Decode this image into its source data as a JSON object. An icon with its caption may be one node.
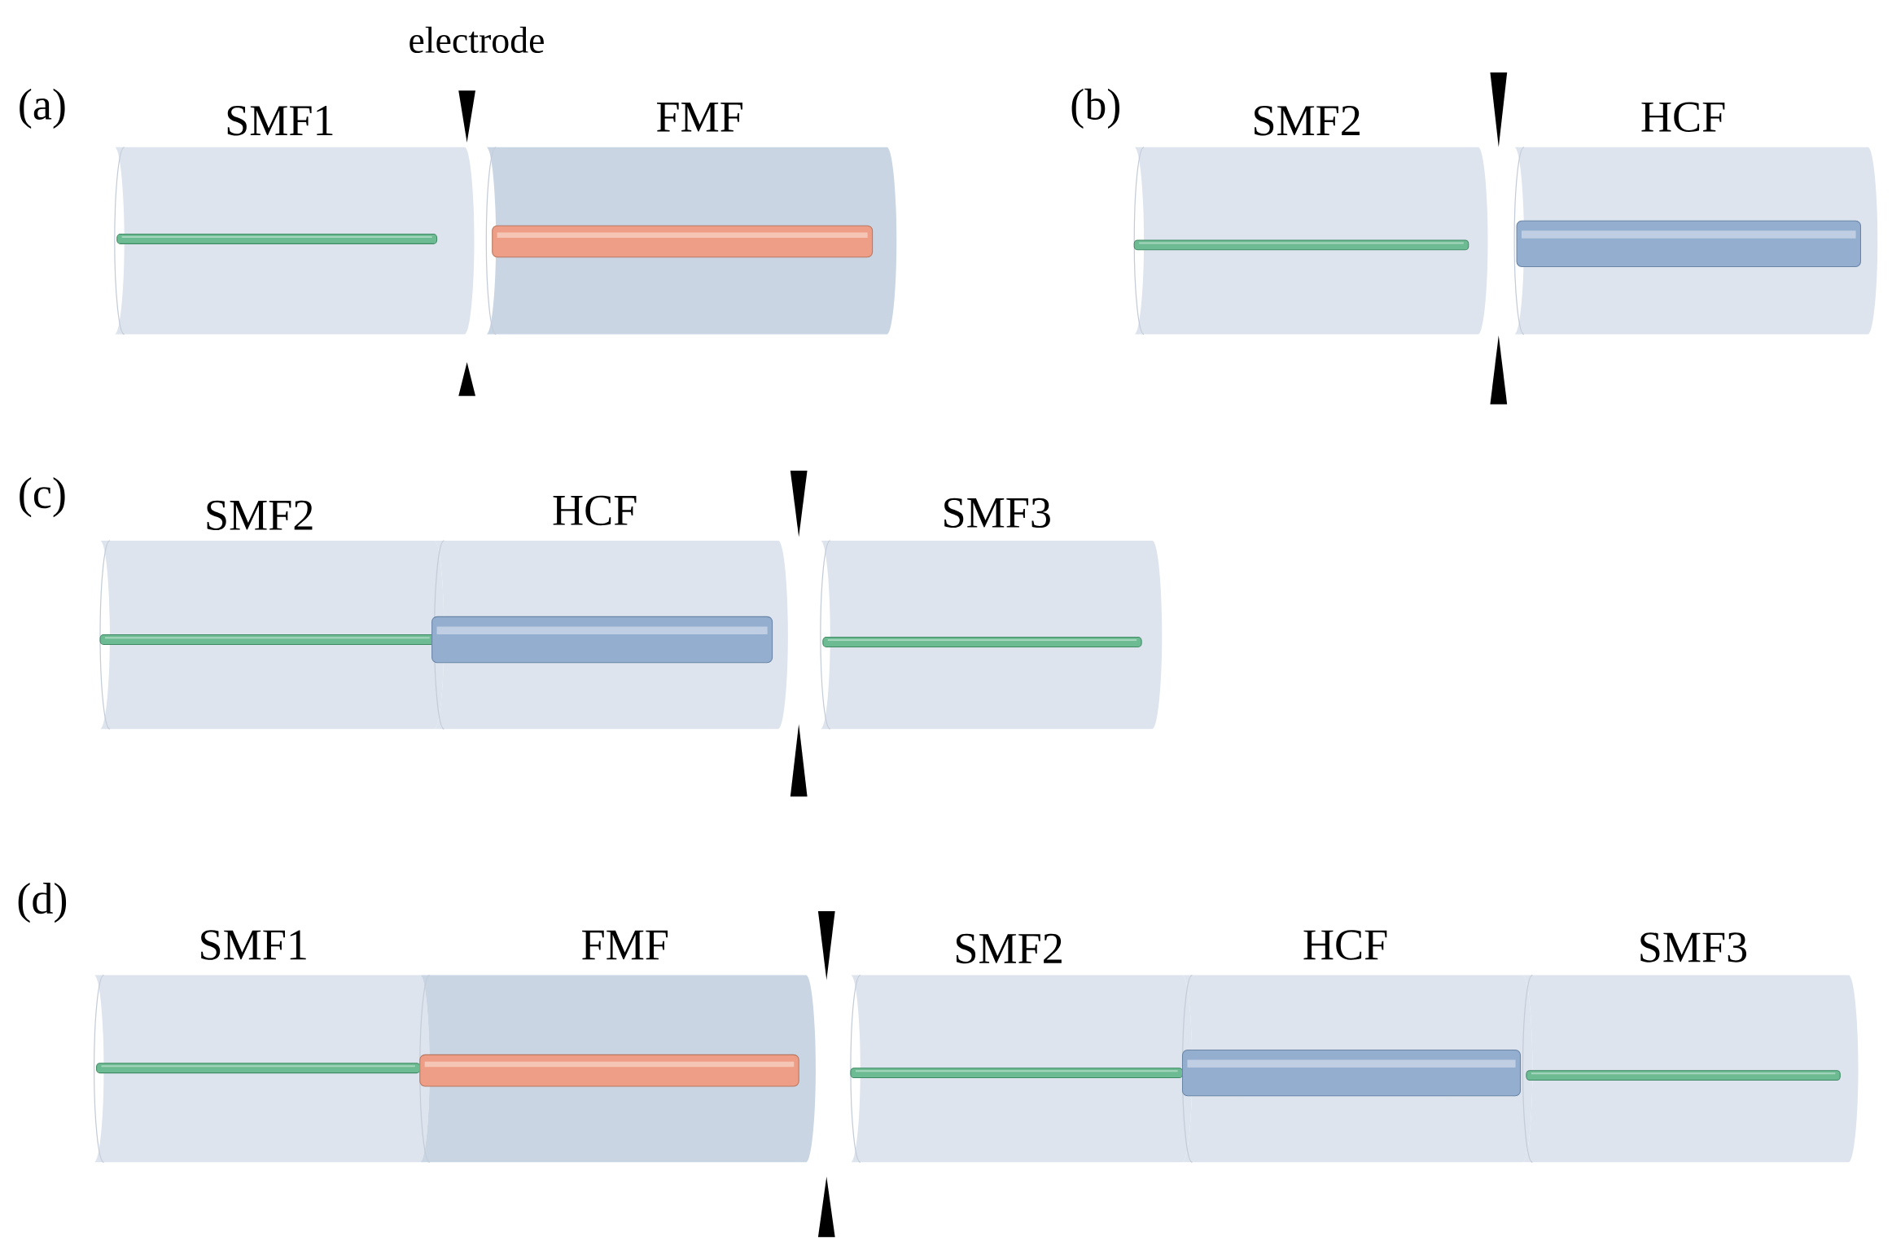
{
  "diagram": {
    "nodes": [
      {
        "text": [
          "SMF1"
        ]
      },
      {
        "text": [
          "FMF"
        ]
      },
      {
        "text": [
          "SMF2"
        ]
      },
      {
        "text": [
          "HCF"
        ]
      },
      {
        "text": [
          "SMF2"
        ]
      },
      {
        "text": [
          "HCF"
        ]
      },
      {
        "text": [
          "SMF3"
        ]
      },
      {
        "text": [
          "SMF1"
        ]
      },
      {
        "text": [
          "FMF"
        ]
      },
      {
        "text": [
          "SMF2"
        ]
      },
      {
        "text": [
          "HCF"
        ]
      },
      {
        "text": [
          "SMF3"
        ]
      }
    ],
    "labels": [
      "electrode",
      "(a)",
      "(b)",
      "(c)",
      "(d)"
    ]
  }
}
